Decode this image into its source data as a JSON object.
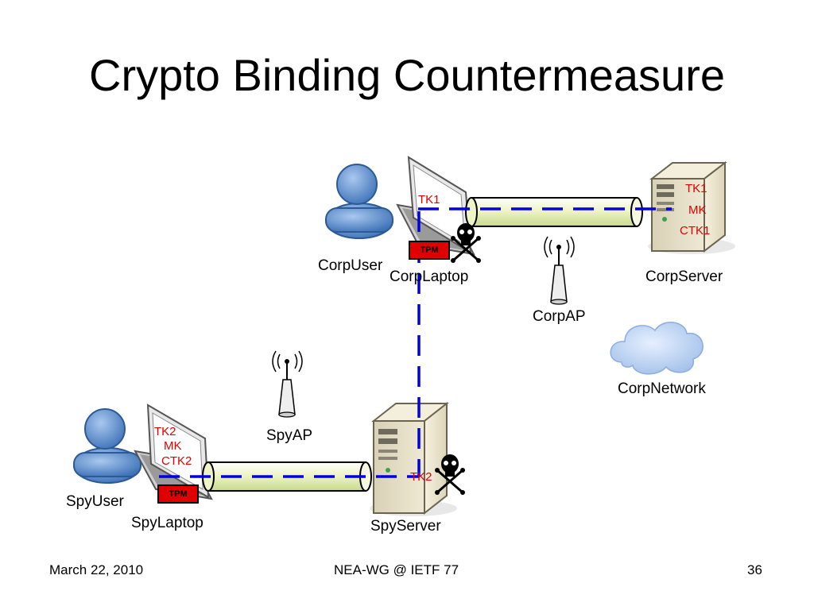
{
  "slide": {
    "title": "Crypto Binding Countermeasure",
    "footer_date": "March 22, 2010",
    "footer_center": "NEA-WG @ IETF 77",
    "page_number": "36"
  },
  "corp": {
    "user_label": "CorpUser",
    "laptop_label": "CorpLaptop",
    "laptop_key": "TK1",
    "tpm_label": "TPM",
    "server_label": "CorpServer",
    "server_keys": [
      "TK1",
      "MK",
      "CTK1"
    ],
    "ap_label": "CorpAP",
    "network_label": "CorpNetwork"
  },
  "spy": {
    "user_label": "SpyUser",
    "laptop_label": "SpyLaptop",
    "laptop_keys": [
      "TK2",
      "MK",
      "CTK2"
    ],
    "tpm_label": "TPM",
    "server_label": "SpyServer",
    "server_key": "TK2",
    "ap_label": "SpyAP"
  },
  "colors": {
    "dash_line": "#0000e6",
    "key_text": "#e00000",
    "tpm_fill": "#e00000",
    "user_blue": "#5b8fd0",
    "tunnel_fill": "#f0f5cc",
    "cloud_fill": "#b7cff0"
  },
  "icons": [
    "user-icon",
    "laptop-icon",
    "server-icon",
    "wireless-ap-icon",
    "skull-crossbones-icon",
    "cloud-icon"
  ]
}
